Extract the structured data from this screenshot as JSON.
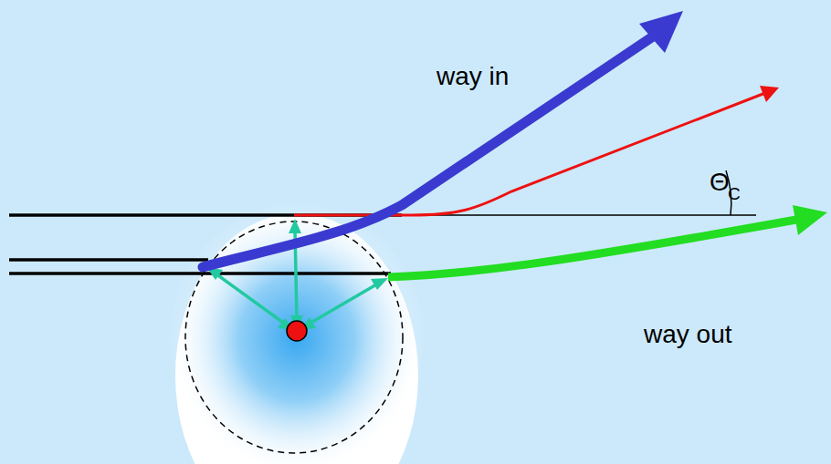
{
  "diagram": {
    "labels": [
      "way in",
      "way out",
      "Θ",
      "C"
    ]
  }
}
